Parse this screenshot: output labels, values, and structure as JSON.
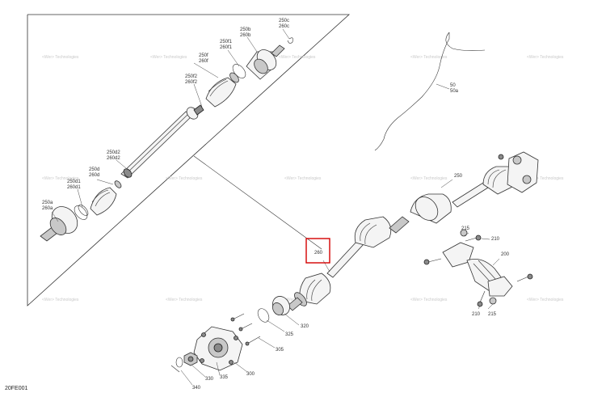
{
  "diagram_id": "20FE001",
  "highlight_color": "#d40000",
  "highlighted_callout": "260",
  "callouts": {
    "c250c_260c": [
      "250c",
      "260c"
    ],
    "c250b_260b": [
      "250b",
      "260b"
    ],
    "c250f1_260f1": [
      "250f1",
      "260f1"
    ],
    "c250f_260f": [
      "250f",
      "260f"
    ],
    "c250f2_260f2": [
      "250f2",
      "260f2"
    ],
    "c250d2_260d2": [
      "250d2",
      "260d2"
    ],
    "c250d_260d": [
      "250d",
      "260d"
    ],
    "c250d1_260d1": [
      "250d1",
      "260d1"
    ],
    "c250a_260a": [
      "250a",
      "260a"
    ],
    "c50_50a": [
      "50",
      "50a"
    ],
    "c250": "250",
    "c260": "260",
    "c215_top": "215",
    "c210_top": "210",
    "c200": "200",
    "c210_bottom": "210",
    "c215_bottom": "215",
    "c320": "320",
    "c325": "325",
    "c305": "305",
    "c340": "340",
    "c330": "330",
    "c335": "335",
    "c300": "300"
  },
  "watermark_text": "<Wer> Technologies"
}
